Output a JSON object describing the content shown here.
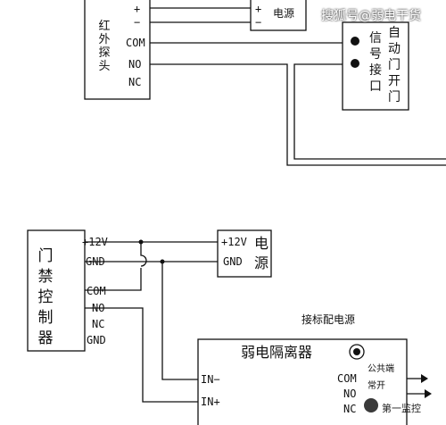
{
  "ir_probe": {
    "title": "红外探头",
    "pins": [
      "+",
      "−",
      "COM",
      "NO",
      "NC"
    ]
  },
  "top_power": {
    "pins": [
      "+",
      "−"
    ],
    "label": "电源"
  },
  "auto_door": {
    "signal_label": "信号接口",
    "door_label": "自动门开门"
  },
  "access_controller": {
    "title": "门禁控制器",
    "pins": [
      "+12V",
      "GND",
      "COM",
      "NO",
      "NC",
      "GND"
    ]
  },
  "psu": {
    "pins": [
      "+12V",
      "GND"
    ],
    "label": "电源"
  },
  "isolator": {
    "title": "弱电隔离器",
    "power_note": "接标配电源",
    "inputs": [
      "IN−",
      "IN+"
    ],
    "outputs": [
      "COM",
      "NO",
      "NC"
    ],
    "out_notes": [
      "公共端",
      "常开"
    ]
  },
  "watermarks": {
    "top": "搜狐号@弱电干货",
    "bottom": "第一监控"
  },
  "colors": {
    "line": "#111111",
    "background": "#ffffff"
  }
}
